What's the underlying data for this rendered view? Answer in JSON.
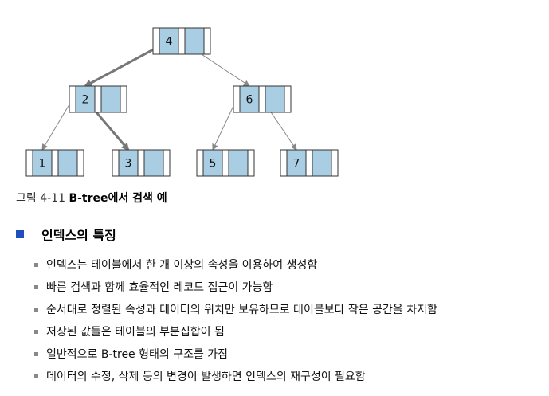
{
  "diagram": {
    "nodes": [
      {
        "id": "root",
        "key": "4"
      },
      {
        "id": "left",
        "key": "2"
      },
      {
        "id": "right",
        "key": "6"
      },
      {
        "id": "ll",
        "key": "1"
      },
      {
        "id": "lr",
        "key": "3"
      },
      {
        "id": "rl",
        "key": "5"
      },
      {
        "id": "rr",
        "key": "7"
      }
    ],
    "edges": [
      {
        "from": "root",
        "to": "left",
        "search_path": true
      },
      {
        "from": "root",
        "to": "right",
        "search_path": false
      },
      {
        "from": "left",
        "to": "ll",
        "search_path": false
      },
      {
        "from": "left",
        "to": "lr",
        "search_path": true
      },
      {
        "from": "right",
        "to": "rl",
        "search_path": false
      },
      {
        "from": "right",
        "to": "rr",
        "search_path": false
      }
    ],
    "colors": {
      "key_fill": "#a9cde2",
      "border": "#333333",
      "edge": "#888888",
      "path_edge": "#777777"
    }
  },
  "caption": {
    "prefix": "그림 4-11",
    "title": "B-tree에서 검색 예"
  },
  "section": {
    "title": "인덱스의 특징",
    "marker_color": "#1f4fbf"
  },
  "bullets": [
    "인덱스는 테이블에서 한 개 이상의 속성을 이용하여 생성함",
    "빠른 검색과 함께 효율적인 레코드 접근이 가능함",
    "순서대로 정렬된 속성과 데이터의 위치만 보유하므로 테이블보다 작은 공간을 차지함",
    "저장된 값들은 테이블의 부분집합이 됨",
    "일반적으로 B-tree 형태의 구조를 가짐",
    "데이터의 수정, 삭제 등의 변경이 발생하면 인덱스의 재구성이 필요함"
  ]
}
